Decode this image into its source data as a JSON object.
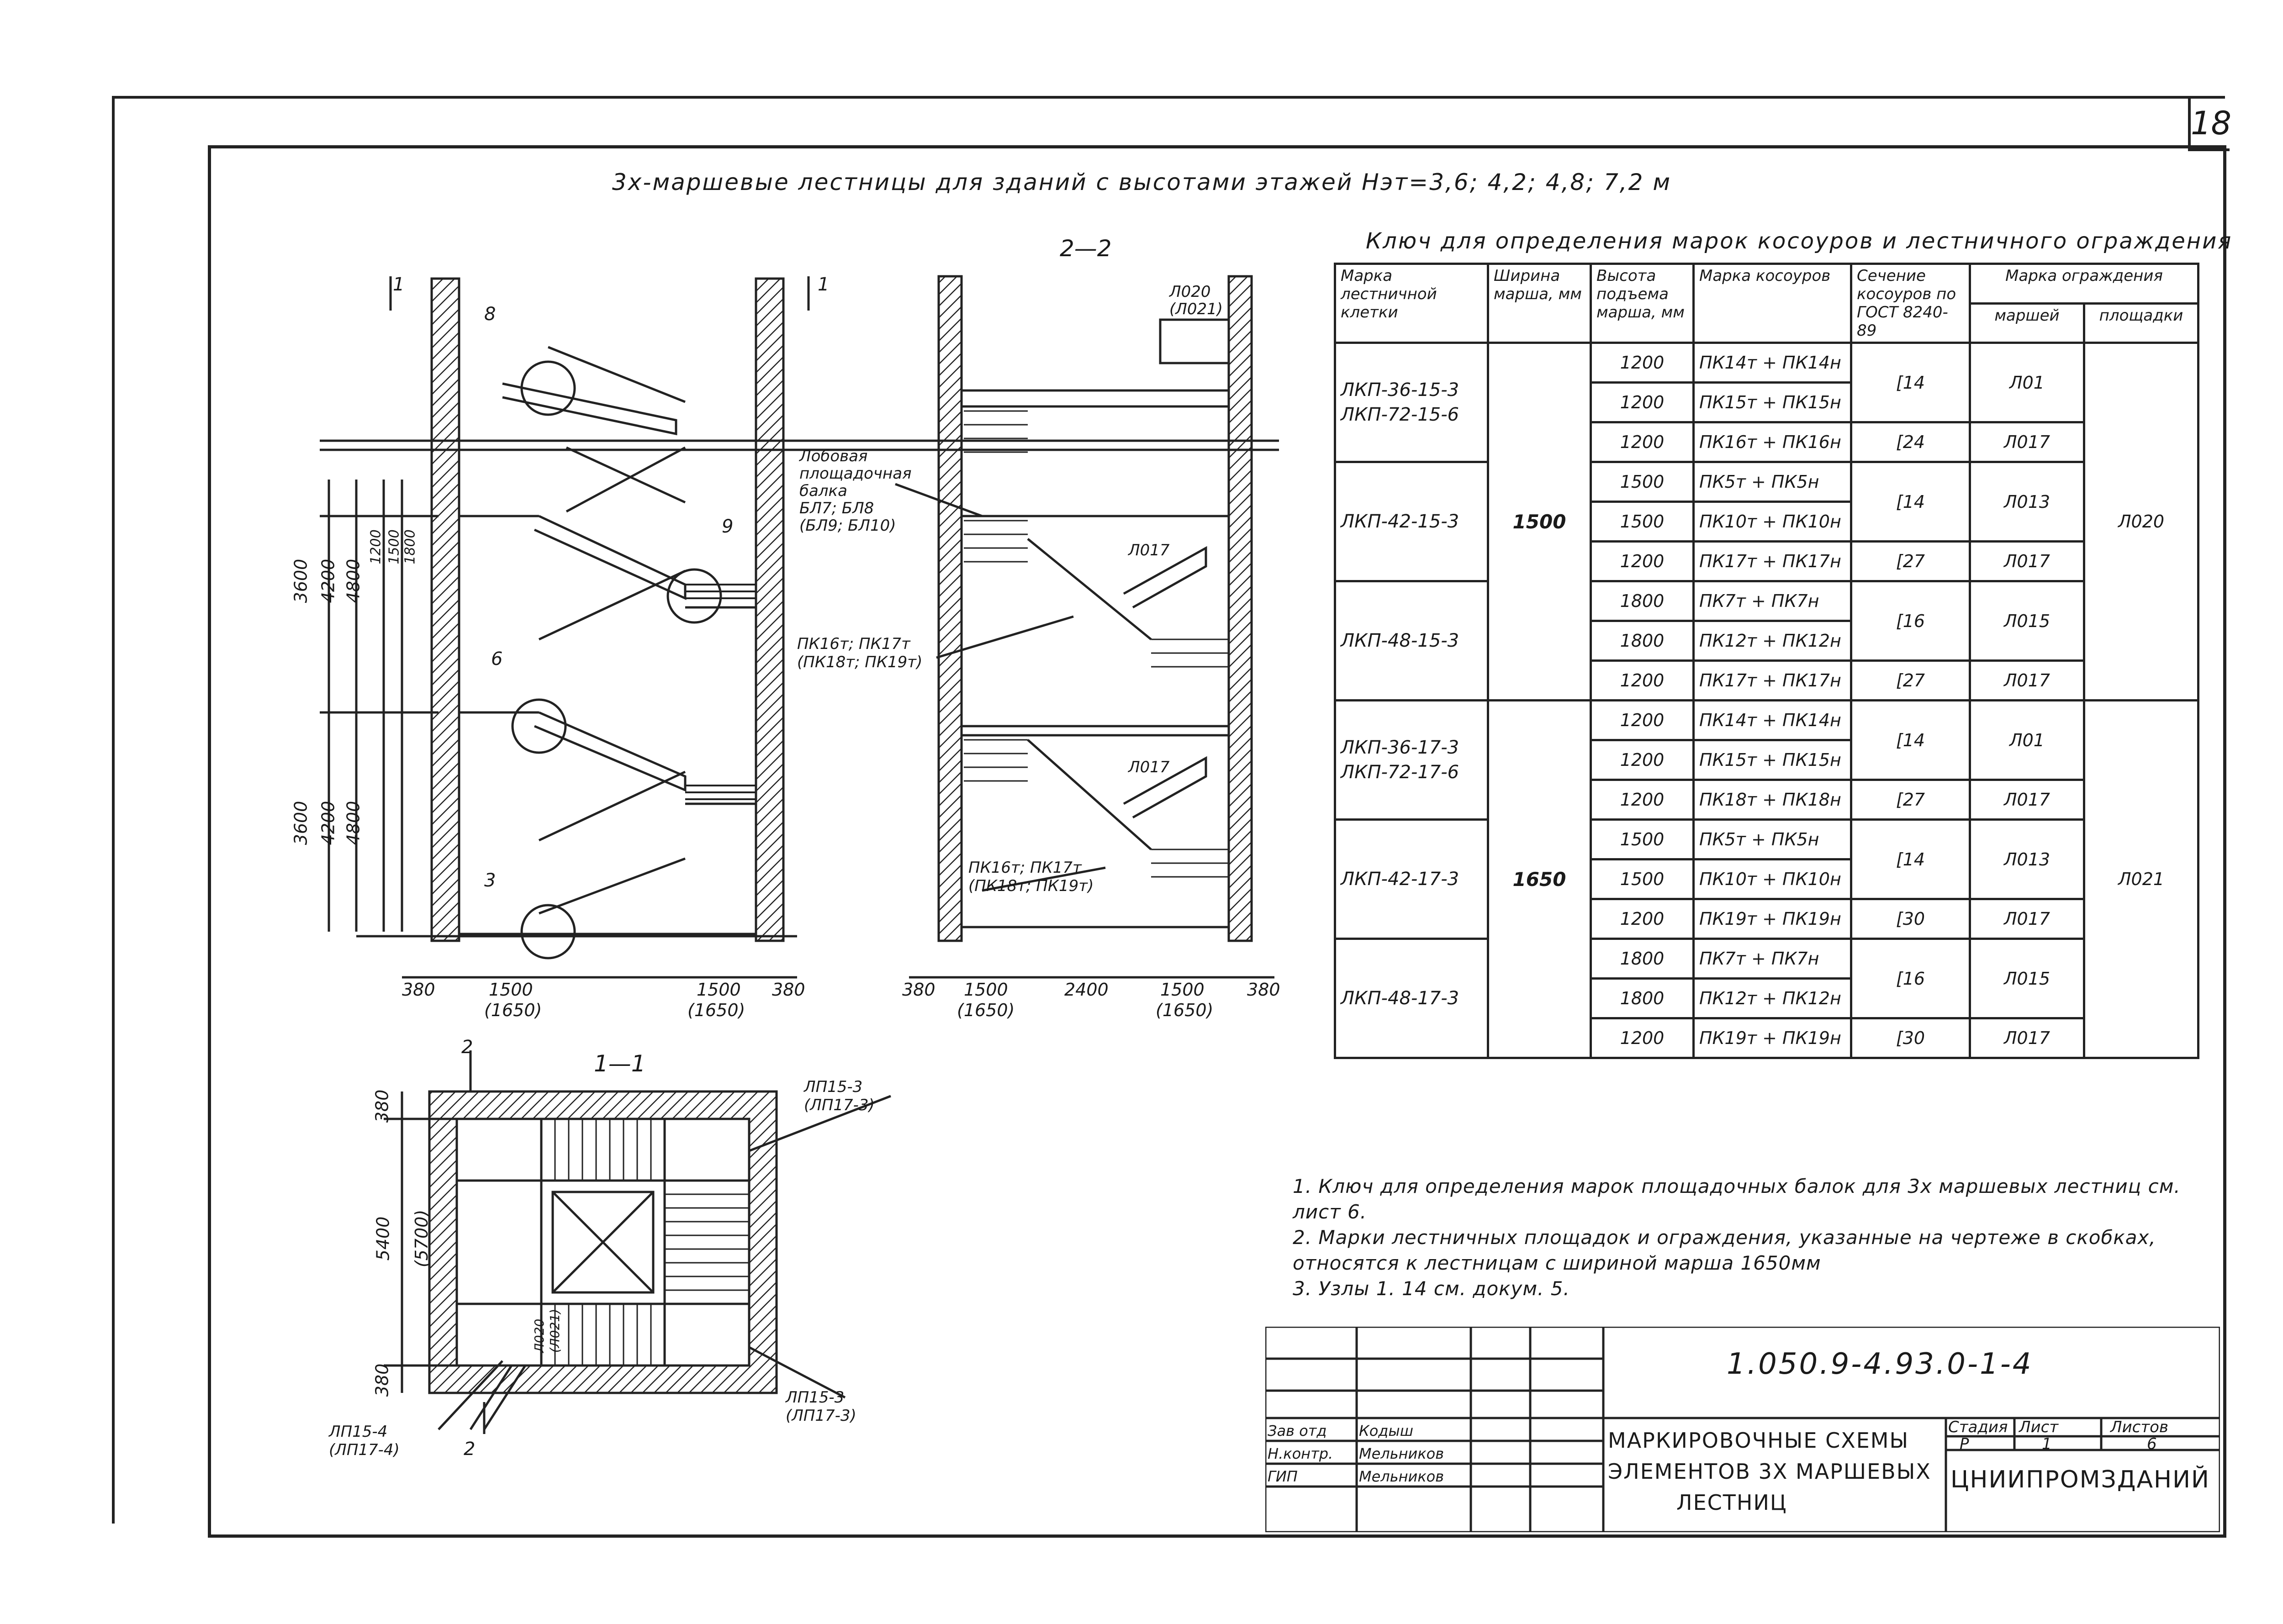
{
  "sheet_number": "18",
  "main_title": "3х-маршевые лестницы для зданий с высотами этажей Нэт=3,6; 4,2; 4,8; 7,2 м",
  "key_title": "Ключ для определения марок косоуров и лестничного ограждения",
  "table": {
    "headers": {
      "mark": "Марка лестничной клетки",
      "width": "Ширина марша, мм",
      "height": "Высота подъема марша, мм",
      "kosour": "Марка косоуров",
      "section": "Сечение косоуров по ГОСТ 8240-89",
      "fence": "Марка ограждения",
      "fence_march": "маршей",
      "fence_landing": "площадки"
    },
    "groups": [
      {
        "marks": [
          "ЛКП-36-15-3",
          "ЛКП-72-15-6"
        ],
        "rows": [
          {
            "h": "1200",
            "k": "ПК14т + ПК14н",
            "s": "[14",
            "f": "Л01"
          },
          {
            "h": "1200",
            "k": "ПК15т + ПК15н",
            "s": "",
            "f": ""
          },
          {
            "h": "1200",
            "k": "ПК16т + ПК16н",
            "s": "[24",
            "f": "Л017"
          }
        ]
      },
      {
        "marks": [
          "ЛКП-42-15-3"
        ],
        "rows": [
          {
            "h": "1500",
            "k": "ПК5т + ПК5н",
            "s": "[14",
            "f": "Л013"
          },
          {
            "h": "1500",
            "k": "ПК10т + ПК10н",
            "s": "",
            "f": ""
          },
          {
            "h": "1200",
            "k": "ПК17т + ПК17н",
            "s": "[27",
            "f": "Л017"
          }
        ]
      },
      {
        "marks": [
          "ЛКП-48-15-3"
        ],
        "rows": [
          {
            "h": "1800",
            "k": "ПК7т + ПК7н",
            "s": "[16",
            "f": "Л015"
          },
          {
            "h": "1800",
            "k": "ПК12т + ПК12н",
            "s": "",
            "f": ""
          },
          {
            "h": "1200",
            "k": "ПК17т + ПК17н",
            "s": "[27",
            "f": "Л017"
          }
        ]
      },
      {
        "marks": [
          "ЛКП-36-17-3",
          "ЛКП-72-17-6"
        ],
        "rows": [
          {
            "h": "1200",
            "k": "ПК14т + ПК14н",
            "s": "[14",
            "f": "Л01"
          },
          {
            "h": "1200",
            "k": "ПК15т + ПК15н",
            "s": "",
            "f": ""
          },
          {
            "h": "1200",
            "k": "ПК18т + ПК18н",
            "s": "[27",
            "f": "Л017"
          }
        ]
      },
      {
        "marks": [
          "ЛКП-42-17-3"
        ],
        "rows": [
          {
            "h": "1500",
            "k": "ПК5т + ПК5н",
            "s": "[14",
            "f": "Л013"
          },
          {
            "h": "1500",
            "k": "ПК10т + ПК10н",
            "s": "",
            "f": ""
          },
          {
            "h": "1200",
            "k": "ПК19т + ПК19н",
            "s": "[30",
            "f": "Л017"
          }
        ]
      },
      {
        "marks": [
          "ЛКП-48-17-3"
        ],
        "rows": [
          {
            "h": "1800",
            "k": "ПК7т + ПК7н",
            "s": "[16",
            "f": "Л015"
          },
          {
            "h": "1800",
            "k": "ПК12т + ПК12н",
            "s": "",
            "f": ""
          },
          {
            "h": "1200",
            "k": "ПК19т + ПК19н",
            "s": "[30",
            "f": "Л017"
          }
        ]
      }
    ],
    "width_1": "1500",
    "width_2": "1650",
    "landing_1": "Л020",
    "landing_2": "Л021"
  },
  "notes": [
    "1. Ключ для определения марок площадочных балок для 3х маршевых лестниц см. лист 6.",
    "2. Марки лестничных площадок и ограждения, указанные на чертеже в скобках, относятся к лестницам с шириной марша 1650мм",
    "3. Узлы 1. 14 см. докум. 5."
  ],
  "stamp": {
    "code": "1.050.9-4.93.0-1-4",
    "name_lines": [
      "Маркировочные схемы",
      "элементов 3х маршевых",
      "лестниц"
    ],
    "org": "ЦНИИПРОМЗДАНИЙ",
    "stage_label": "Стадия",
    "sheet_label": "Лист",
    "sheets_label": "Листов",
    "stage": "Р",
    "sheet": "1",
    "sheets": "6",
    "people": [
      {
        "role": "Зав отд",
        "name": "Кодыш"
      },
      {
        "role": "Н.контр.",
        "name": "Мельников"
      },
      {
        "role": "ГИП",
        "name": "Мельников"
      }
    ]
  },
  "drawing": {
    "section1_marker": "1",
    "section2_title": "2—2",
    "plan_title": "1—1",
    "plan_marker": "2",
    "callouts": [
      "8",
      "9",
      "6",
      "3"
    ],
    "beam_note": [
      "Лобовая",
      "площадочная",
      "балка",
      "БЛ7; БЛ8",
      "(БЛ9; БЛ10)"
    ],
    "pk_note_1": [
      "ПК16т; ПК17т",
      "(ПК18т; ПК19т)"
    ],
    "pk_note_2": [
      "ПК16т; ПК17т",
      "(ПК18т; ПК19т)"
    ],
    "fence_labels": [
      "Л020",
      "(Л021)",
      "Л017",
      "Л017"
    ],
    "left_dims": [
      "3600",
      "4200",
      "4800",
      "1200",
      "1500",
      "1800",
      "3600",
      "4200",
      "4800"
    ],
    "bottom_dims_1": [
      "380",
      "1500",
      "(1650)",
      "1500",
      "(1650)",
      "380"
    ],
    "bottom_dims_2": [
      "380",
      "1500",
      "(1650)",
      "2400",
      "1500",
      "(1650)",
      "380"
    ],
    "plan_labels": [
      "ЛП15-3",
      "(ЛП17-3)",
      "ЛП15-3",
      "(ЛП17-3)",
      "ЛП15-4",
      "(ЛП17-4)",
      "Л020",
      "(Л021)"
    ],
    "plan_dims": [
      "380",
      "5400",
      "(5700)",
      "380"
    ]
  }
}
